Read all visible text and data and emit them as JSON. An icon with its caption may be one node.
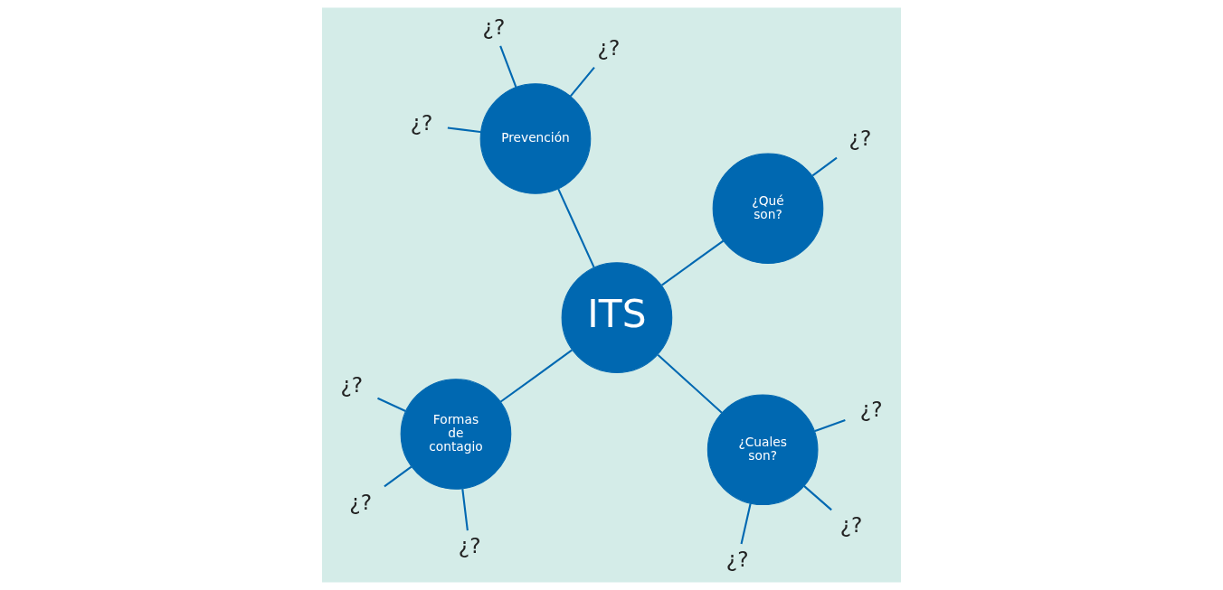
{
  "diagram": {
    "nodes": [
      {
        "text": [
          "Formas de contagio"
        ]
      },
      {
        "text": [
          "¿Cuales son?"
        ]
      },
      {
        "text": [
          "ITS"
        ]
      },
      {
        "text": [
          "Prevención"
        ]
      },
      {
        "text": [
          "¿Qué son?"
        ]
      },
      {
        "text": [
          "¿?"
        ]
      },
      {
        "text": [
          "¿?"
        ]
      },
      {
        "text": [
          "¿?"
        ]
      },
      {
        "text": [
          "¿?"
        ]
      },
      {
        "text": [
          "¿?"
        ]
      },
      {
        "text": [
          "¿?"
        ]
      },
      {
        "text": [
          "¿?"
        ]
      },
      {
        "text": [
          "¿?"
        ]
      },
      {
        "text": [
          "¿?"
        ]
      },
      {
        "text": [
          "¿?"
        ]
      }
    ],
    "edges": [
      {
        "from": 2,
        "to": 0,
        "arrow": "none"
      },
      {
        "from": 2,
        "to": 1,
        "arrow": "none"
      },
      {
        "from": 2,
        "to": 3,
        "arrow": "none"
      },
      {
        "from": 2,
        "to": 4,
        "arrow": "none"
      },
      {
        "from": 0,
        "to": 5,
        "arrow": "none"
      },
      {
        "from": 0,
        "to": 6,
        "arrow": "none"
      },
      {
        "from": 0,
        "to": 8,
        "arrow": "none"
      },
      {
        "from": 1,
        "to": 7,
        "arrow": "none"
      },
      {
        "from": 1,
        "to": 10,
        "arrow": "none"
      },
      {
        "from": 1,
        "to": 12,
        "arrow": "none"
      },
      {
        "from": 3,
        "to": 9,
        "arrow": "none"
      },
      {
        "from": 3,
        "to": 11,
        "arrow": "none"
      },
      {
        "from": 3,
        "to": 13,
        "arrow": "none"
      },
      {
        "from": 4,
        "to": 14,
        "arrow": "none"
      }
    ]
  }
}
